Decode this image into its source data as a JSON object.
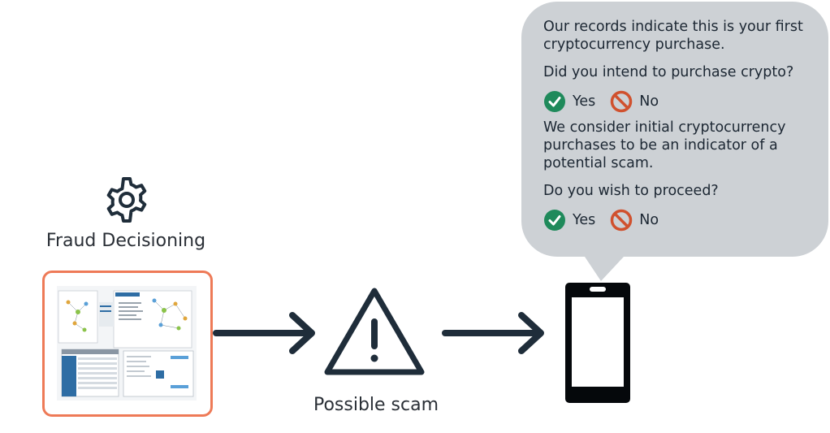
{
  "fraud_decisioning": {
    "label": "Fraud Decisioning",
    "icon": "gear-icon"
  },
  "warning": {
    "label": "Possible scam",
    "icon": "warning-triangle-icon"
  },
  "phone": {
    "icon": "smartphone-icon"
  },
  "bubble": {
    "intro": "Our records indicate this is your first cryptocurrency purchase.",
    "question1": "Did you intend  to purchase crypto?",
    "yes1": "Yes",
    "no1": "No",
    "explanation": "We consider initial cryptocurrency purchases to be an indicator of a potential scam.",
    "question2": "Do you wish to proceed?",
    "yes2": "Yes",
    "no2": "No"
  },
  "colors": {
    "dark": "#1f2d3a",
    "frame_accent": "#ee7a57",
    "bubble_bg": "#cdd1d5",
    "yes_green": "#1f8a5b",
    "no_orange": "#d0512e"
  }
}
